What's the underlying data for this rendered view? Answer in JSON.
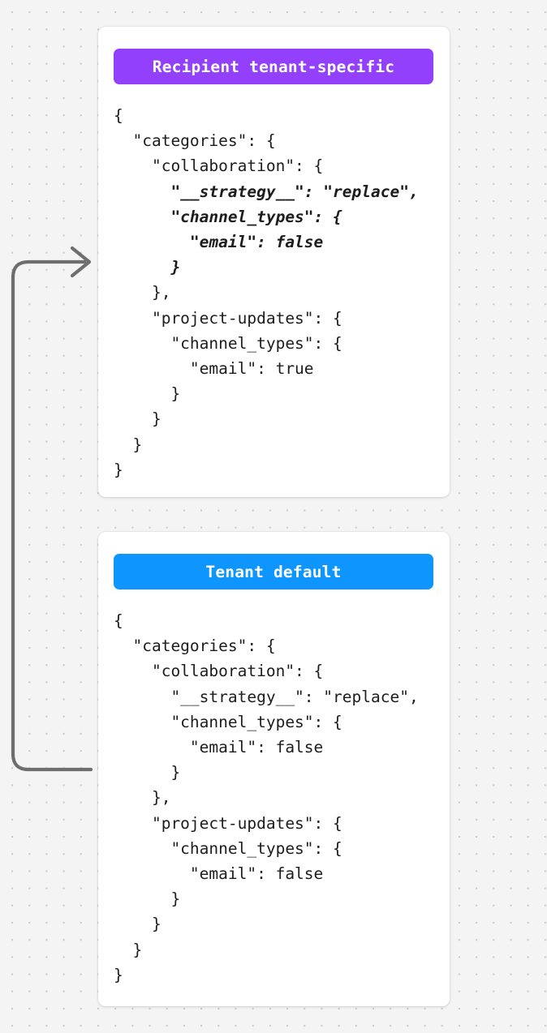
{
  "canvas": {
    "background_color": "#f4f4f4",
    "dot_color": "#c9c9c9"
  },
  "connector": {
    "name": "merge-arrow",
    "color": "#6e6e6e",
    "description": "elbow arrow from tenant-default card to recipient tenant-specific card"
  },
  "cards": [
    {
      "id": "recipient-tenant-specific",
      "header": {
        "label": "Recipient tenant-specific",
        "color": "#9340fc"
      },
      "code_lines": [
        {
          "text": "{",
          "highlight": false
        },
        {
          "text": "  \"categories\": {",
          "highlight": false
        },
        {
          "text": "    \"collaboration\": {",
          "highlight": false
        },
        {
          "text": "      \"__strategy__\": \"replace\",",
          "highlight": true
        },
        {
          "text": "      \"channel_types\": {",
          "highlight": true
        },
        {
          "text": "        \"email\": false",
          "highlight": true
        },
        {
          "text": "      }",
          "highlight": true
        },
        {
          "text": "    },",
          "highlight": false
        },
        {
          "text": "    \"project-updates\": {",
          "highlight": false
        },
        {
          "text": "      \"channel_types\": {",
          "highlight": false
        },
        {
          "text": "        \"email\": true",
          "highlight": false
        },
        {
          "text": "      }",
          "highlight": false
        },
        {
          "text": "    }",
          "highlight": false
        },
        {
          "text": "  }",
          "highlight": false
        },
        {
          "text": "}",
          "highlight": false
        }
      ]
    },
    {
      "id": "tenant-default",
      "header": {
        "label": "Tenant default",
        "color": "#0f96fe"
      },
      "code_lines": [
        {
          "text": "{",
          "highlight": false
        },
        {
          "text": "  \"categories\": {",
          "highlight": false
        },
        {
          "text": "    \"collaboration\": {",
          "highlight": false
        },
        {
          "text": "      \"__strategy__\": \"replace\",",
          "highlight": false
        },
        {
          "text": "      \"channel_types\": {",
          "highlight": false
        },
        {
          "text": "        \"email\": false",
          "highlight": false
        },
        {
          "text": "      }",
          "highlight": false
        },
        {
          "text": "    },",
          "highlight": false
        },
        {
          "text": "    \"project-updates\": {",
          "highlight": false
        },
        {
          "text": "      \"channel_types\": {",
          "highlight": false
        },
        {
          "text": "        \"email\": false",
          "highlight": false
        },
        {
          "text": "      }",
          "highlight": false
        },
        {
          "text": "    }",
          "highlight": false
        },
        {
          "text": "  }",
          "highlight": false
        },
        {
          "text": "}",
          "highlight": false
        }
      ]
    }
  ]
}
